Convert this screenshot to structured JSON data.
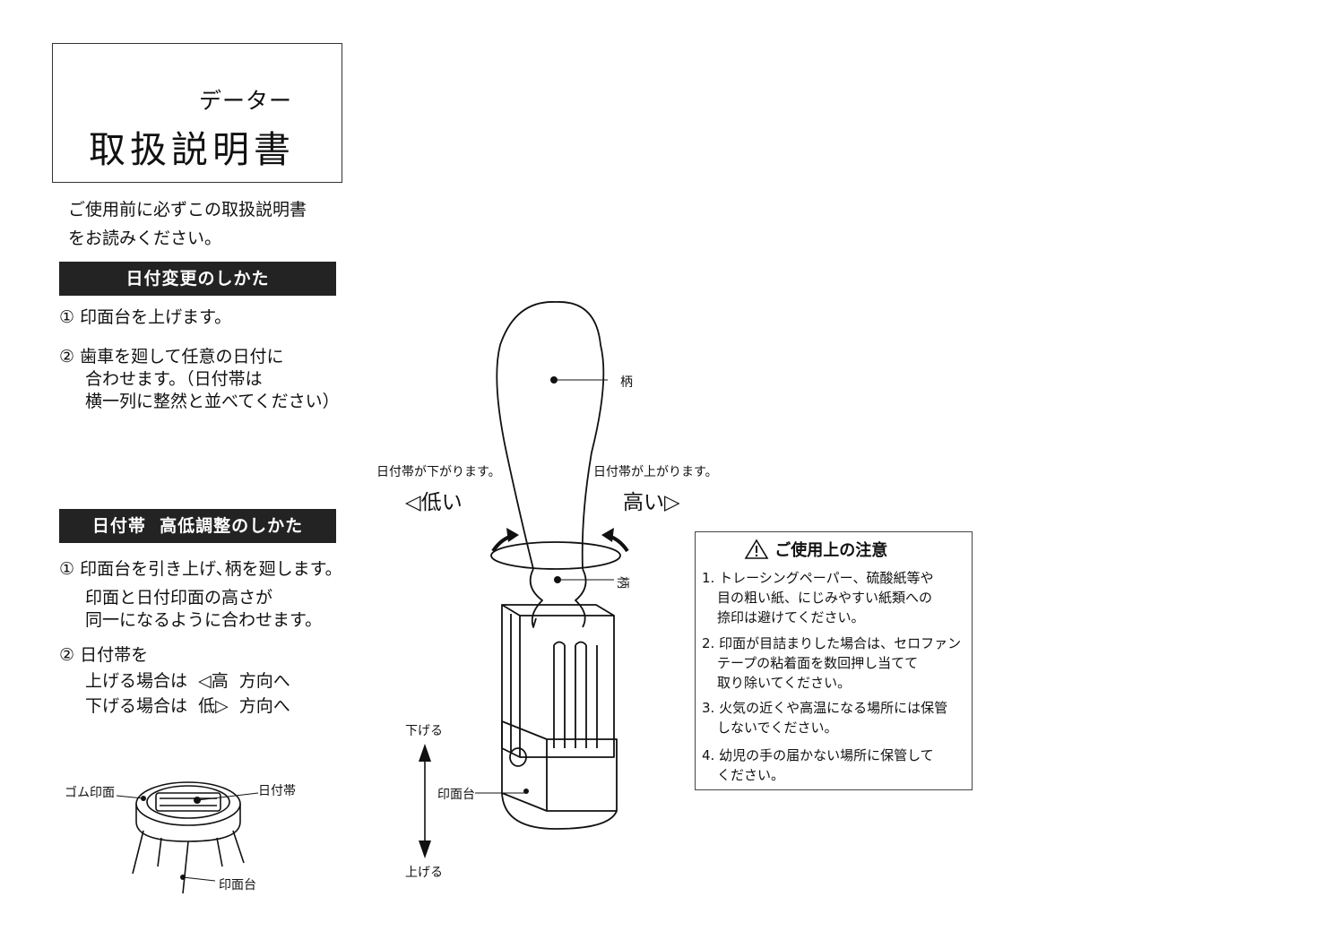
{
  "title": {
    "subtitle": "データー",
    "main": "取扱説明書"
  },
  "intro": {
    "line1": "ご使用前に必ずこの取扱説明書",
    "line2": "をお読みください。"
  },
  "section1": {
    "heading": "日付変更のしかた",
    "step1": "① 印面台を上げます。",
    "step2_line1": "② 歯車を廻して任意の日付に",
    "step2_line2": "合わせます。（日付帯は",
    "step2_line3": "横一列に整然と並べてください）"
  },
  "section2": {
    "heading": "日付帯  高低調整のしかた",
    "step1_line1": "① 印面台を引き上げ､柄を廻します。",
    "step1_line2": "印面と日付印面の高さが",
    "step1_line3": "同一になるように合わせます。",
    "step2_line1": "② 日付帯を",
    "step2_line2": "上げる場合は  ◁高  方向へ",
    "step2_line3": "下げる場合は  低▷  方向へ"
  },
  "diagram_small": {
    "label_rubber": "ゴム印面",
    "label_dateband": "日付帯",
    "label_base": "印面台"
  },
  "diagram_main": {
    "label_handle_top": "柄",
    "label_handle_side": "柄",
    "left_caption": "日付帯が下がります。",
    "right_caption": "日付帯が上がります。",
    "left_direction": "◁低い",
    "right_direction": "高い▷",
    "label_base": "印面台",
    "arrow_down": "下げる",
    "arrow_up": "上げる"
  },
  "caution": {
    "icon": "warning-triangle-icon",
    "title": "ご使用上の注意",
    "item1_line1": "1. トレーシングペーパー、硫酸紙等や",
    "item1_line2": "目の粗い紙、にじみやすい紙類への",
    "item1_line3": "捺印は避けてください。",
    "item2_line1": "2. 印面が目詰まりした場合は、セロファン",
    "item2_line2": "テープの粘着面を数回押し当てて",
    "item2_line3": "取り除いてください。",
    "item3_line1": "3. 火気の近くや高温になる場所には保管",
    "item3_line2": "しないでください。",
    "item4_line1": "4. 幼児の手の届かない場所に保管して",
    "item4_line2": "ください。"
  }
}
